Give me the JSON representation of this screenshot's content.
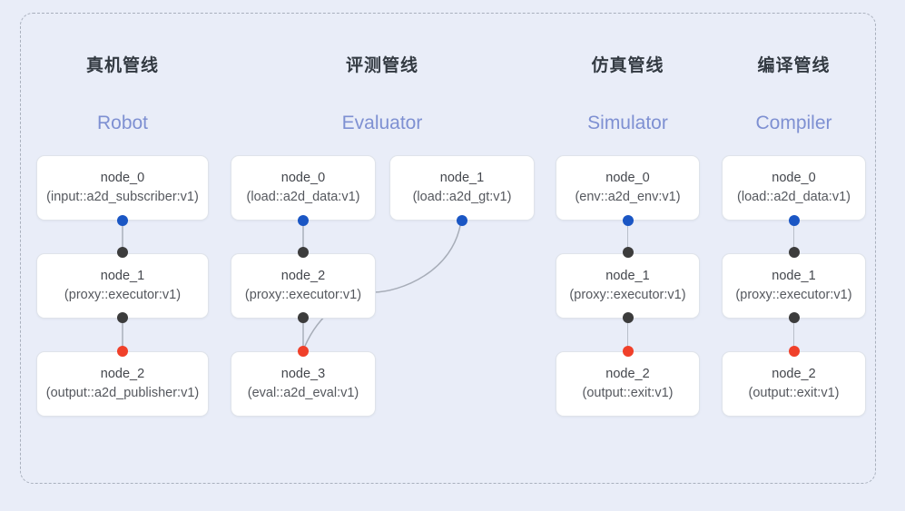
{
  "diagram": {
    "frame_style": "dashed-rounded-container",
    "background_color": "#e9edf8",
    "port_colors": {
      "input": "#1a56c4",
      "chain": "#3c3c3c",
      "output": "#f0402a"
    },
    "accent_color": "#7e90d2"
  },
  "columns": [
    {
      "key": "robot",
      "title": "真机管线",
      "subtitle": "Robot",
      "nodes": [
        {
          "name": "node_0",
          "spec": "(input::a2d_subscriber:v1)"
        },
        {
          "name": "node_1",
          "spec": "(proxy::executor:v1)"
        },
        {
          "name": "node_2",
          "spec": "(output::a2d_publisher:v1)"
        }
      ]
    },
    {
      "key": "evaluator",
      "title": "评测管线",
      "subtitle": "Evaluator",
      "nodes": [
        {
          "name": "node_0",
          "spec": "(load::a2d_data:v1)"
        },
        {
          "name": "node_1",
          "spec": "(load::a2d_gt:v1)"
        },
        {
          "name": "node_2",
          "spec": "(proxy::executor:v1)"
        },
        {
          "name": "node_3",
          "spec": "(eval::a2d_eval:v1)"
        }
      ]
    },
    {
      "key": "simulator",
      "title": "仿真管线",
      "subtitle": "Simulator",
      "nodes": [
        {
          "name": "node_0",
          "spec": "(env::a2d_env:v1)"
        },
        {
          "name": "node_1",
          "spec": "(proxy::executor:v1)"
        },
        {
          "name": "node_2",
          "spec": "(output::exit:v1)"
        }
      ]
    },
    {
      "key": "compiler",
      "title": "编译管线",
      "subtitle": "Compiler",
      "nodes": [
        {
          "name": "node_0",
          "spec": "(load::a2d_data:v1)"
        },
        {
          "name": "node_1",
          "spec": "(proxy::executor:v1)"
        },
        {
          "name": "node_2",
          "spec": "(output::exit:v1)"
        }
      ]
    }
  ]
}
